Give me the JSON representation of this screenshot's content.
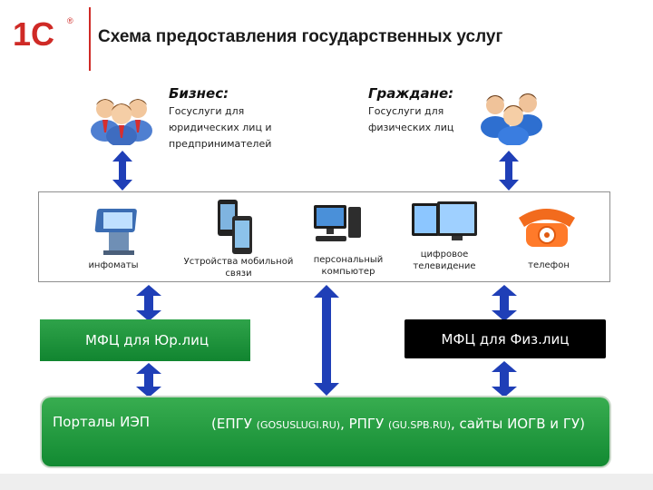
{
  "header": {
    "logo_text": "1С",
    "title": "Схема предоставления государственных услуг"
  },
  "groups": {
    "business": {
      "heading": "Бизнес:",
      "lines": [
        "Госуслуги для",
        "юридических лиц и",
        "предпринимателей"
      ],
      "icon": "business-people-icon"
    },
    "citizens": {
      "heading": "Граждане:",
      "lines": [
        "Госуслуги для",
        "физических лиц"
      ],
      "icon": "citizens-group-icon"
    }
  },
  "devices": [
    {
      "icon": "kiosk-icon",
      "lines": [
        "инфоматы"
      ]
    },
    {
      "icon": "mobile-phones-icon",
      "lines": [
        "Устройства мобильной",
        "связи"
      ]
    },
    {
      "icon": "desktop-computer-icon",
      "lines": [
        "персональный",
        "компьютер"
      ]
    },
    {
      "icon": "tv-icon",
      "lines": [
        "цифровое",
        "телевидение"
      ]
    },
    {
      "icon": "telephone-icon",
      "lines": [
        "телефон"
      ]
    }
  ],
  "mfc": {
    "legal": "МФЦ для Юр.лиц",
    "individuals": "МФЦ для Физ.лиц"
  },
  "portals": {
    "name": "Порталы ИЭП",
    "sites": {
      "part1": "(ЕПГУ ",
      "part1_small": "(GOSUSLUGI.RU)",
      "part2": ", РПГУ ",
      "part2_small": "(GU.SPB.RU)",
      "part3": ", сайты ИОГВ и ГУ)"
    }
  },
  "colors": {
    "accent_green": "#1a9a3a",
    "arrow_blue": "#1f3fb7",
    "logo_red": "#cf2a26"
  }
}
